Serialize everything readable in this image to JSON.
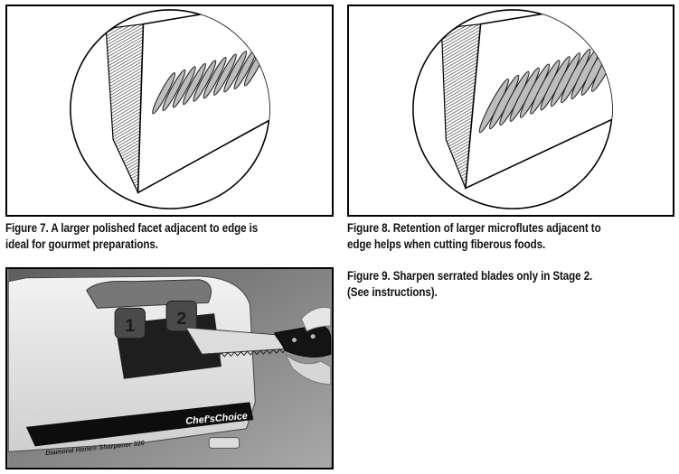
{
  "figures": [
    {
      "caption_lines": [
        "Figure 7.  A larger polished facet adjacent to edge is",
        "ideal for gourmet preparations."
      ],
      "illustration": "knife-edge-polished-facet-illustration"
    },
    {
      "caption_lines": [
        "Figure 8.  Retention of larger microflutes adjacent to",
        "edge helps when cutting fiberous foods."
      ],
      "illustration": "knife-edge-microflutes-illustration"
    },
    {
      "caption_lines": [
        "Figure 9.  Sharpen serrated blades only in Stage 2.",
        "(See instructions)."
      ],
      "photo": "sharpener-with-serrated-knife-photo",
      "photo_text": {
        "slot1": "1",
        "slot2": "2",
        "brand": "Chef'sChoice",
        "model": "Diamond Hone® Sharpener 320"
      }
    }
  ],
  "colors": {
    "border": "#000000",
    "text": "#111111",
    "photo_bg": "#8f8f8f"
  }
}
